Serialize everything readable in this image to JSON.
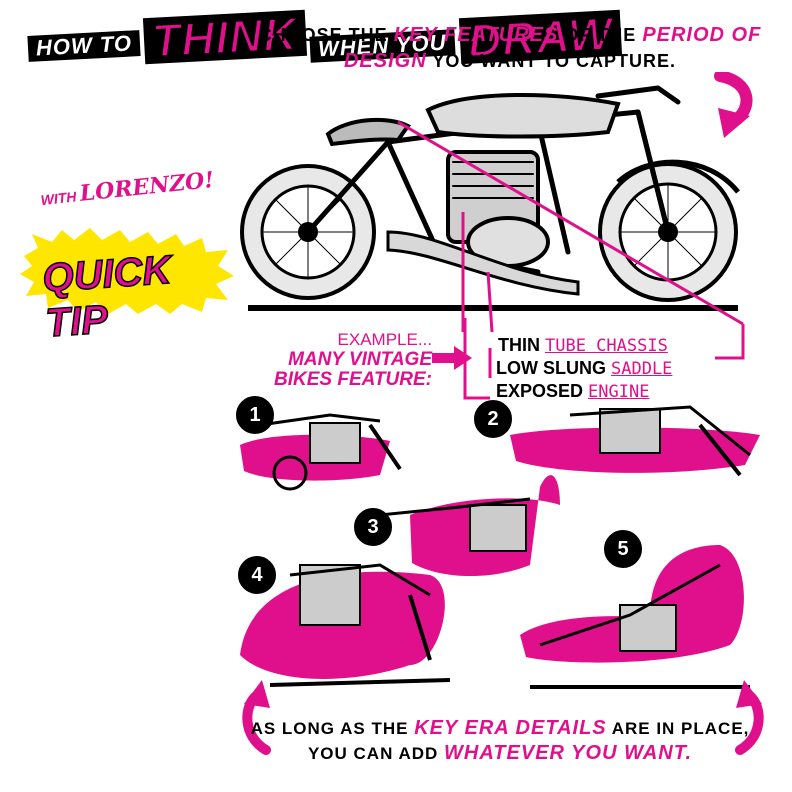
{
  "title_block": {
    "line1": "HOW TO",
    "line2": "THINK",
    "line3": "WHEN YOU",
    "line4": "DRAW",
    "byline_with": "WITH",
    "byline_name": "LORENZO!"
  },
  "badge": {
    "label": "QUICK TIP"
  },
  "headline": {
    "t1": "CHOOSE THE ",
    "h1": "KEY FEATURES",
    "t2": " OF THE ",
    "h2": "PERIOD OF DESIGN",
    "t3": " YOU WANT TO CAPTURE."
  },
  "example": {
    "line1": "EXAMPLE...",
    "line2": "MANY VINTAGE",
    "line3": "BIKES FEATURE:"
  },
  "features": [
    {
      "prefix": "THIN ",
      "term": "TUBE CHASSIS"
    },
    {
      "prefix": "LOW SLUNG ",
      "term": "SADDLE"
    },
    {
      "prefix": "EXPOSED ",
      "term": "ENGINE"
    }
  ],
  "variants": [
    "1",
    "2",
    "3",
    "4",
    "5"
  ],
  "footer": {
    "t1": "AS LONG AS THE ",
    "h1": "KEY ERA DETAILS",
    "t2": " ARE IN PLACE, YOU CAN ADD ",
    "h2": "WHATEVER YOU WANT."
  },
  "colors": {
    "accent": "#e0108c",
    "ink": "#000000",
    "highlight": "#ffe600"
  }
}
